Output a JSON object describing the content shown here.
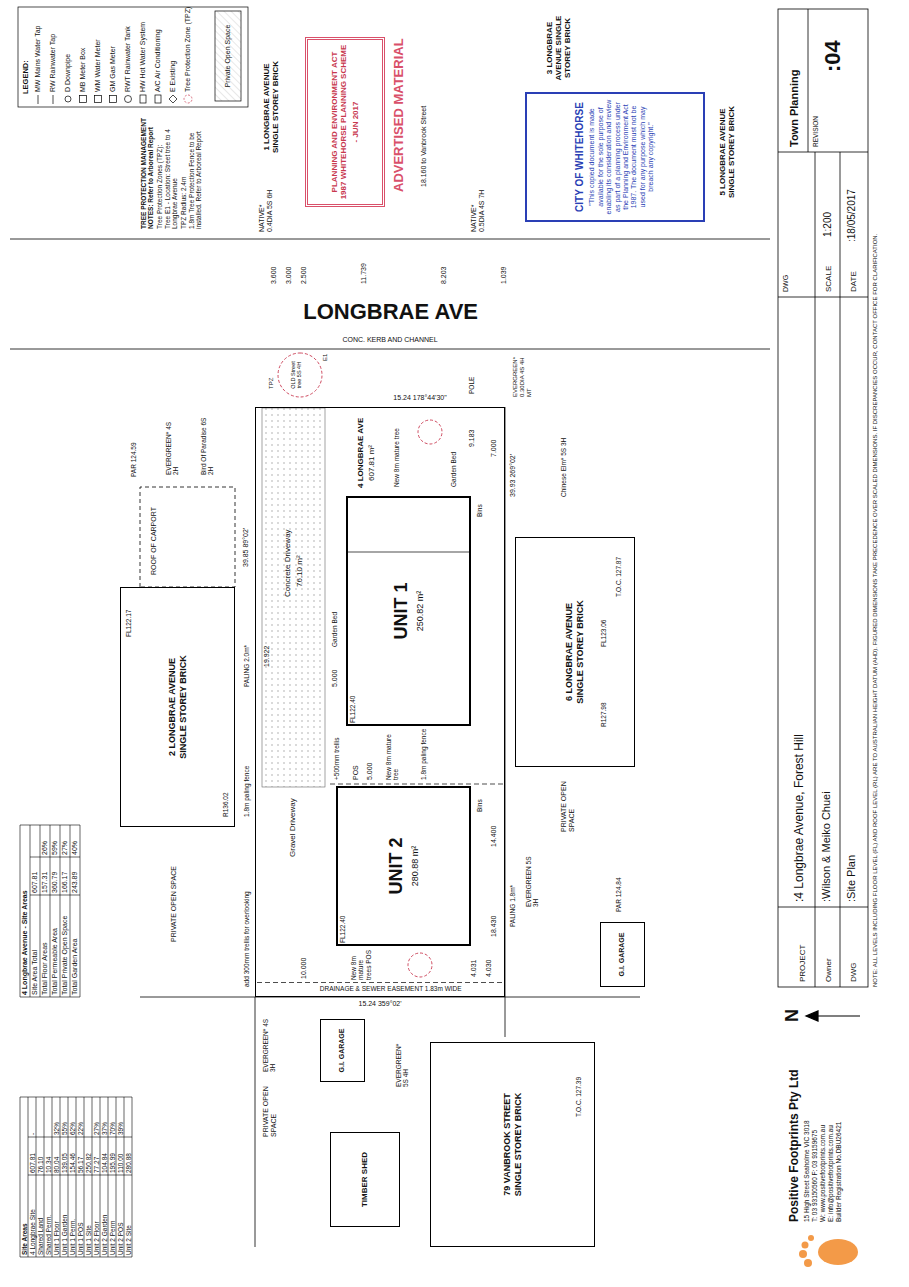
{
  "diagram": {
    "nodes": [
      {
        "text": [
          "4 LONGBRAE AVE",
          "607.81 m²"
        ]
      },
      {
        "text": [
          "UNIT 1",
          "250.82 m²"
        ],
        "in": 0
      },
      {
        "text": [
          "UNIT 2",
          "280.88 m²"
        ],
        "in": 0
      },
      {
        "text": [
          "2 LONGBRAE AVENUE SINGLE STOREY BRICK"
        ]
      },
      {
        "text": [
          "6 LONGBRAE AVENUE SINGLE STOREY BRICK"
        ]
      },
      {
        "text": [
          "79 VANBROOK STREET SINGLE STOREY BRICK"
        ]
      },
      {
        "text": [
          "TIMBER SHED"
        ]
      },
      {
        "text": [
          "G.I. GARAGE"
        ]
      },
      {
        "text": [
          "G.I. GARAGE"
        ]
      },
      {
        "text": [
          "PLANNING AND ENVIRONMENT ACT 1987 WHITEHORSE PLANNING SCHEME",
          "- JUN 2017"
        ]
      },
      {
        "text": [
          "CITY OF WHITEHORSE",
          "\"This copied document is made available for the sole purpose of enabling its consideration and review as part of a planning process under the Planning and Environment Act 1987. The document must not be used for any purpose which may breach any copyright.\""
        ]
      }
    ],
    "labels": [
      "Site Areas",
      "4 Longbrae Site",
      "607.81",
      "-",
      "Shared Land",
      "76.10",
      "Shared Perm.",
      "10.34",
      "Unit 1 Floor",
      "80.04",
      "32%",
      "Unit 1 Garden",
      "139.05",
      "55%",
      "Unit 1 Perm.",
      "154.46",
      "62%",
      "Unit 1 POS",
      "56.17",
      "22%",
      "Unit 1 Site",
      "250.82",
      "Unit 2 Floor",
      "77.27",
      "27%",
      "Unit 2 Garden",
      "104.84",
      "37%",
      "Unit 2 Perm",
      "195.99",
      "70%",
      "Unit 2 POS",
      "110.00",
      "39%",
      "Unit 2 Site",
      "280.88",
      "4 Longbrae Avenue - Site Areas",
      "Site Area Total",
      "607.81",
      "Total Floor Areas",
      "157.31",
      "26%",
      "Total Permeable Area",
      "360.79",
      "59%",
      "Total Private Open Space",
      "166.17",
      "27%",
      "Total Garden Area",
      "243.89",
      "40%",
      "LEGEND:",
      "TREE PROTECTION MANAGEMENT NOTES: Refer to Arboreal Report",
      "Tree Protection Zones (TPZ):",
      "Tree E1 - Location: Street tree to 4 Longbrae Avenue",
      "TPZ Radius: 2.4m",
      "1.8m Tree Protection Fence to be installed. Refer to Arboreal Report",
      "LONGBRAE AVE",
      "CONC. KERB AND CHANNEL",
      "NATIVE* 0.4DIA 5S 6H",
      "NATIVE* 0.5DIA 4S 7H",
      "OLD Street tree 5S 4H",
      "TPZ",
      "E1",
      "POLE",
      "EVERGREEN* 0.30DIA 4S 4H MT",
      "18.160 to Vanbrook Street",
      "1.039",
      "8.203",
      "2.500",
      "3.000",
      "3.600",
      "11.739",
      "1 LONGBRAE AVENUE SINGLE STOREY BRICK",
      "3 LONGBRAE AVENUE SINGLE STOREY BRICK",
      "5 LONGBRAE AVENUE SINGLE STOREY BRICK",
      "ADVERTISED MATERIAL",
      "15.24 178°44'30\"",
      "15.24 359°02'",
      "39.85 89°02'",
      "39.93 269°02'",
      "Concrete Driveway",
      "76.10 m²",
      "Gravel Driveway",
      "New 8m mature tree",
      "New 8m mature tree",
      "New 8m mature trees POS",
      "POS",
      "1.8m paling fence",
      "1.8m paling fence",
      "Garden Bed",
      "Garden Bed",
      "Bins",
      "Bins",
      "FL122.40",
      "FL122.40",
      "19.922",
      "7.000",
      "9.183",
      "5.000",
      "5.000",
      "14.400",
      "18.430",
      "10.000",
      "4.030",
      "4.031",
      "DRAINAGE & SEWER EASEMENT 1.83m WIDE",
      "PALING 2.0m*",
      "PALING 1.8m*",
      "add 300mm trellis for overlooking",
      "+500mm trellis",
      "ROOF OF CARPORT",
      "PAR 124.59",
      "FL122.17",
      "PRIVATE OPEN SPACE",
      "PRIVATE OPEN SPACE",
      "PRIVATE OPEN SPACE",
      "FL123.06",
      "T.O.C. 127.87",
      "T.O.C. 127.39",
      "EVERGREEN* 4S 2H",
      "Bird Of Paradise 6S 2H",
      "Chinese Elm* 5S 3H",
      "EVERGREEN 5S 3H",
      "EVERGREEN* 4S 3H",
      "EVERGREEN* 5S 4H",
      "PAR 124.84",
      "R127.98",
      "R136.02",
      "N",
      "Positive Footprints Pty Ltd",
      "15 High Street Seaholme VIC 3018",
      "T: 03 93150560 F: 03 93159675",
      "W: www.positivefootprints.com.au",
      "E: info@positivefootprints.com.au",
      "Builder Registration No.DBU26421",
      "PROJECT",
      ":4 Longbrae Avenue, Forest Hill",
      "Owner",
      ":Wilson & Meiko Chuei",
      "DWG",
      ":Site Plan",
      "SCALE",
      "1:200",
      "DATE",
      ":18/05/2017",
      "DWG",
      "REVISION",
      ":04",
      "Town Planning",
      "NOTE: ALL LEVELS INCLUDING FLOOR LEVEL (FL) AND ROOF LEVEL (RL) ARE TO AUSTRALIAN HEIGHT DATUM (AHD). FIGURED DIMENSIONS TAKE PRECEDENCE OVER SCALED DIMENSIONS. IF DISCREPANCIES OCCUR, CONTACT OFFICE FOR CLARIFICATION."
    ],
    "legend": [
      {
        "text": "MW Mains Water Tap"
      },
      {
        "text": "RW Rainwater Tap"
      },
      {
        "text": "D Downpipe"
      },
      {
        "text": "MB Meter Box"
      },
      {
        "text": "WM Water Meter"
      },
      {
        "text": "GM Gas Meter"
      },
      {
        "text": "RWT Rainwater Tank"
      },
      {
        "text": "HW Hot Water System"
      },
      {
        "text": "A/C Air Conditioning"
      },
      {
        "text": "E Existing"
      },
      {
        "text": "Tree Protection Zone (TPZ)"
      },
      {
        "text": "Private Open Space"
      }
    ]
  }
}
